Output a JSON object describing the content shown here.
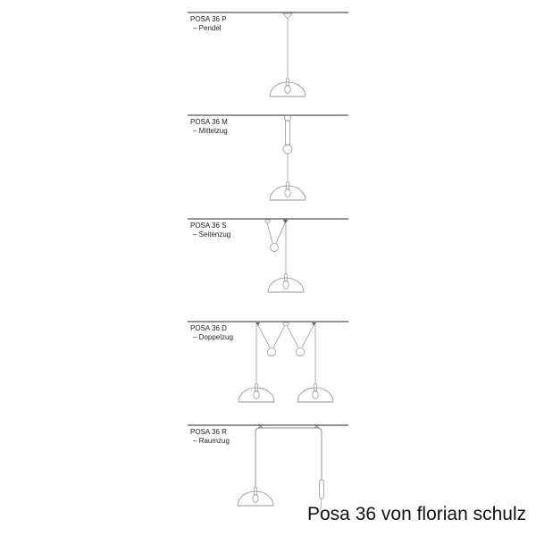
{
  "variants": [
    {
      "name": "POSA 36 P",
      "subtitle": "– Pendel"
    },
    {
      "name": "POSA 36 M",
      "subtitle": "– Mittelzug"
    },
    {
      "name": "POSA 36 S",
      "subtitle": "– Seitenzug"
    },
    {
      "name": "POSA 36 D",
      "subtitle": "– Doppelzug"
    },
    {
      "name": "POSA 36 R",
      "subtitle": "– Raumzug"
    }
  ],
  "caption": "Posa 36 von florian schulz",
  "colors": {
    "ceiling": "#555555",
    "lines": "#8a8a8a",
    "text": "#222222"
  }
}
